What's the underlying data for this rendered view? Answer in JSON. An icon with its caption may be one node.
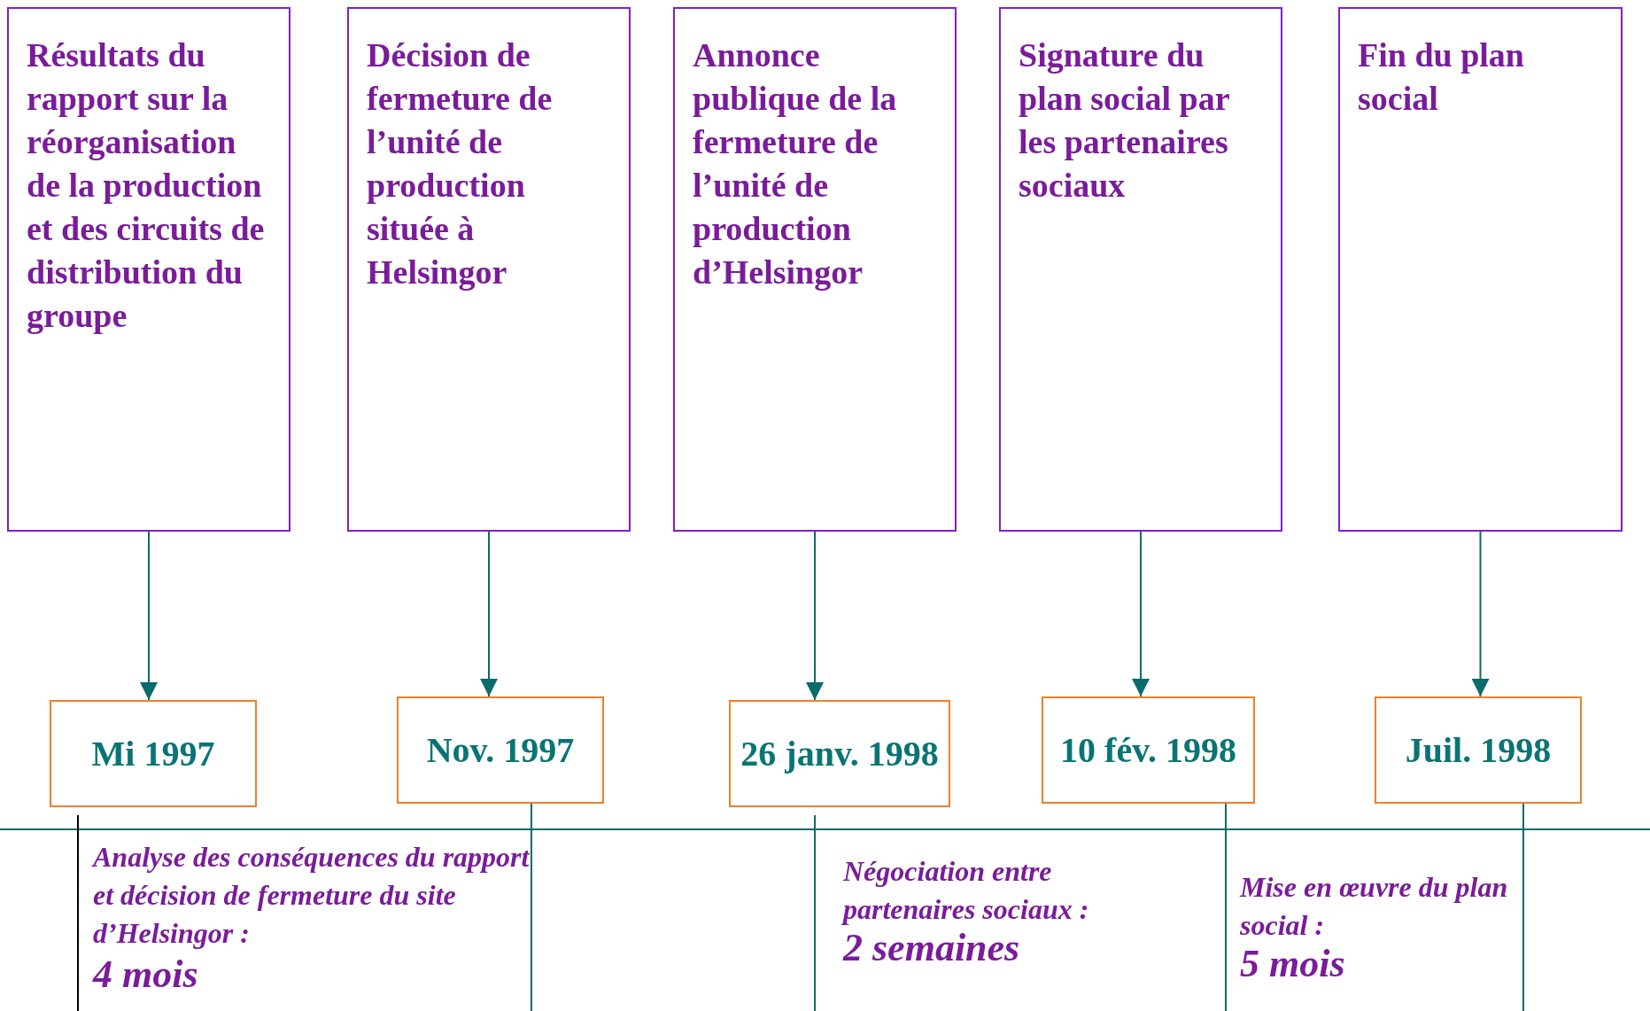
{
  "diagram": {
    "nodes": [
      {
        "text": [
          "Résultats du rapport sur la réorganisation de la production et des circuits de distribution du groupe"
        ]
      },
      {
        "text": [
          "Décision de fermeture de l’unité de production située à Helsingor"
        ]
      },
      {
        "text": [
          "Annonce publique de la fermeture de l’unité de production d’Helsingor"
        ]
      },
      {
        "text": [
          "Signature du plan social par les partenaires sociaux"
        ]
      },
      {
        "text": [
          "Fin du plan social"
        ]
      },
      {
        "text": [
          "Mi 1997"
        ]
      },
      {
        "text": [
          "Nov. 1997"
        ]
      },
      {
        "text": [
          "26 janv. 1998"
        ]
      },
      {
        "text": [
          "10 fév. 1998"
        ]
      },
      {
        "text": [
          "Juil. 1998"
        ]
      }
    ],
    "edges": [
      {
        "from": 0,
        "to": 5,
        "arrow": "to"
      },
      {
        "from": 1,
        "to": 6,
        "arrow": "to"
      },
      {
        "from": 2,
        "to": 7,
        "arrow": "to"
      },
      {
        "from": 3,
        "to": 8,
        "arrow": "to"
      },
      {
        "from": 4,
        "to": 9,
        "arrow": "to"
      }
    ],
    "labels": [
      "Analyse des conséquences du rapport et décision de fermeture du site d’Helsingor :",
      "4 mois",
      "Négociation entre partenaires sociaux :",
      "2 semaines",
      "Mise en œuvre du plan social :",
      "5 mois"
    ]
  }
}
